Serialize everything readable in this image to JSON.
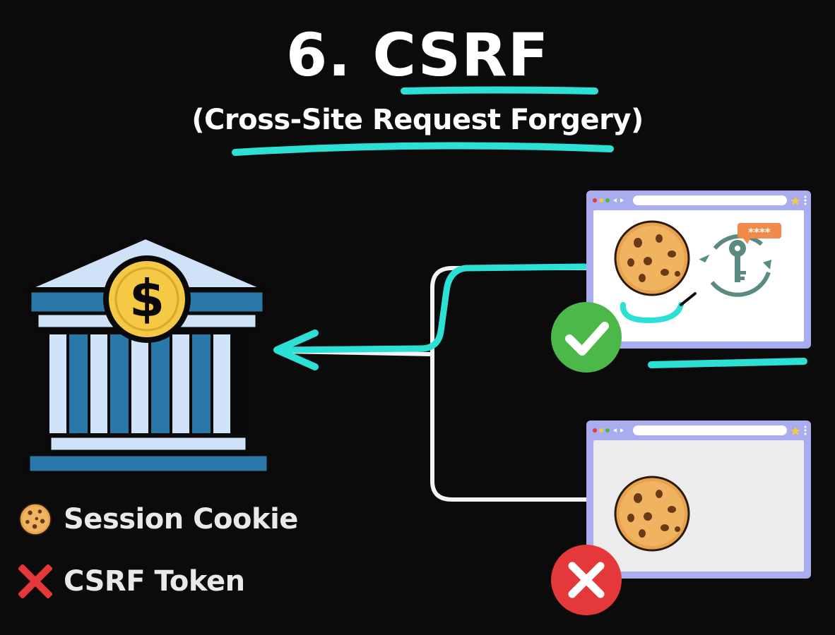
{
  "heading": {
    "title": "6. CSRF",
    "subtitle": "(Cross-Site Request Forgery)"
  },
  "diagram": {
    "bank": {
      "icon": "bank-icon",
      "symbol": "$"
    },
    "browsers": [
      {
        "icon": "browser-window-icon",
        "contents": [
          "cookie-icon",
          "key-rotation-icon"
        ],
        "password_mask": "****",
        "status": "check-icon"
      },
      {
        "icon": "browser-window-icon",
        "contents": [
          "cookie-icon"
        ],
        "status": "cross-icon"
      }
    ]
  },
  "legend": [
    {
      "icon": "cookie-icon",
      "label": "Session Cookie"
    },
    {
      "icon": "cross-icon",
      "label": "CSRF Token"
    }
  ],
  "colors": {
    "background": "#0b0b0c",
    "accent": "#2de0d6",
    "bank_blue": "#2a78a8",
    "bank_light": "#cfe2f7",
    "coin_yellow": "#f6c945",
    "success_green": "#4cb84a",
    "error_red": "#e5383b",
    "browser_frame": "#a9adf0",
    "cookie": "#e8a24e"
  }
}
